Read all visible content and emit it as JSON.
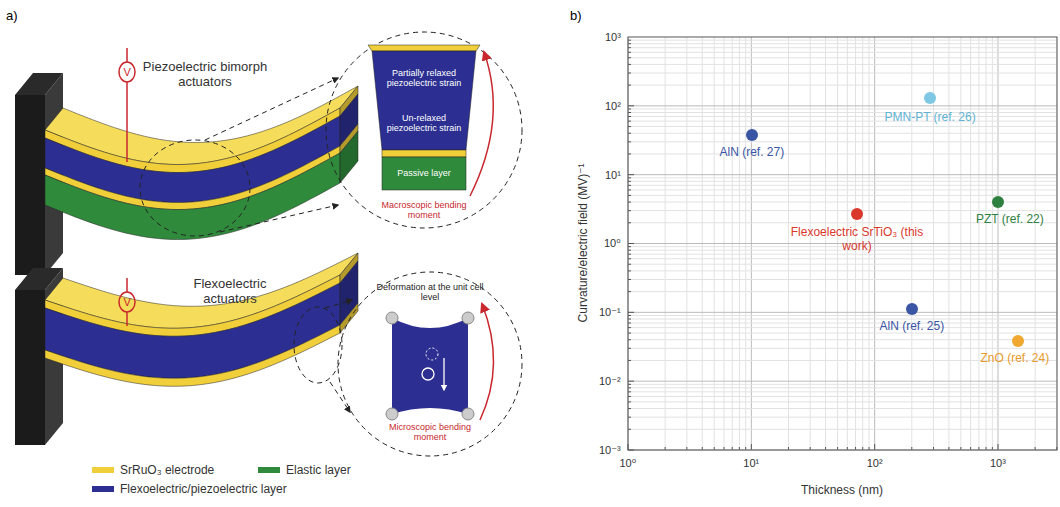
{
  "diagram": {
    "nodes": [
      {
        "text": [
          "Partially relaxed piezoelectric strain",
          "Un-relaxed piezoelectric strain"
        ]
      },
      {
        "text": [
          "Passive layer"
        ]
      }
    ],
    "labels": [
      "a)",
      "b)",
      "Piezoelectric bimorph actuators",
      "V",
      "Macroscopic bending moment",
      "Flexoelectric actuators",
      "V",
      "Deformation at the unit cell level",
      "Microscopic bending moment",
      "10³",
      "10²",
      "10¹",
      "10⁰",
      "10⁻¹",
      "10⁻²",
      "10⁻³",
      "10⁰",
      "10¹",
      "10²",
      "10³",
      "Thickness (nm)",
      "Curvature/electric field (MV)⁻¹",
      "AlN (ref. 27)",
      "PMN-PT (ref. 26)",
      "PZT (ref. 22)",
      "Flexoelectric SrTiO₃ (this work)",
      "AlN (ref. 25)",
      "ZnO (ref. 24)"
    ],
    "legend": [
      {
        "text": "SrRuO₃ electrode",
        "color": "#f0cf3a"
      },
      {
        "text": "Elastic layer",
        "color": "#2f8a3c"
      },
      {
        "text": "Flexoelectric/piezoelectric layer",
        "color": "#2c2f91"
      }
    ]
  }
}
